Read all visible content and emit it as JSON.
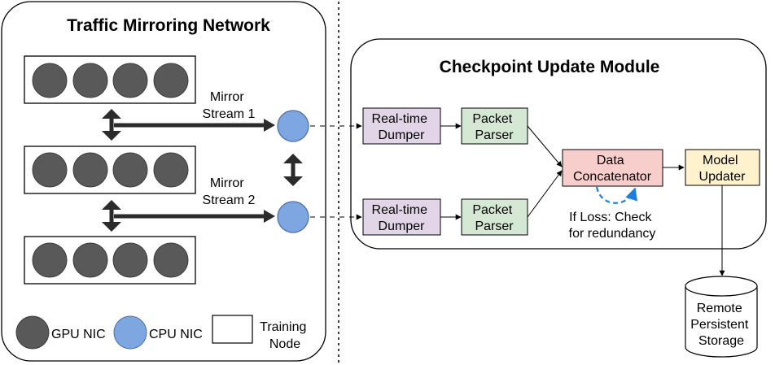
{
  "left_panel": {
    "title": "Traffic Mirroring Network",
    "mirror_stream_1": [
      "Mirror",
      "Stream 1"
    ],
    "mirror_stream_2": [
      "Mirror",
      "Stream 2"
    ],
    "legend": {
      "gpu_nic": "GPU NIC",
      "cpu_nic": "CPU NIC",
      "training_node": [
        "Training",
        "Node"
      ]
    }
  },
  "right_panel": {
    "title": "Checkpoint Update Module",
    "dumper_1": [
      "Real-time",
      "Dumper"
    ],
    "parser_1": [
      "Packet",
      "Parser"
    ],
    "dumper_2": [
      "Real-time",
      "Dumper"
    ],
    "parser_2": [
      "Packet",
      "Parser"
    ],
    "concatenator": [
      "Data",
      "Concatenator"
    ],
    "loss_note": [
      "If Loss: Check",
      "for redundancy"
    ],
    "updater": [
      "Model",
      "Updater"
    ],
    "storage": [
      "Remote",
      "Persistent",
      "Storage"
    ]
  },
  "colors": {
    "gpu_nic": "#595959",
    "cpu_nic": "#7ea6e0",
    "dumper": "#e1d5e7",
    "parser": "#d5e8d4",
    "concatenator": "#f8cecc",
    "updater": "#fff2cc",
    "dashed_loop": "#1a7fe0"
  }
}
